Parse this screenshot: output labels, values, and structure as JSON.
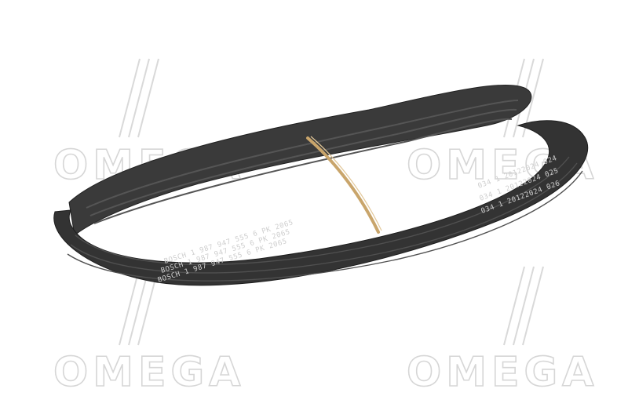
{
  "image": {
    "subject": "ribbed-v-belt",
    "colors": {
      "background": "#ffffff",
      "belt": "#3a3a3a",
      "belt_rib": "#555555",
      "band": "#c9a56b",
      "watermark": "#d6d6d6"
    }
  },
  "watermark": {
    "word": "OMEGA"
  },
  "belt_print": {
    "line1": "BOSCH  1 987 947 555  6 PK 2065",
    "line2": "BOSCH  1 987 947 555  6 PK 2065",
    "line3": "BOSCH  1 987 947 555  6 PK 2065",
    "batch1": "034  1 20122024  024",
    "batch2": "034  1 20122024  025",
    "batch3": "034  1 20122024  026"
  }
}
